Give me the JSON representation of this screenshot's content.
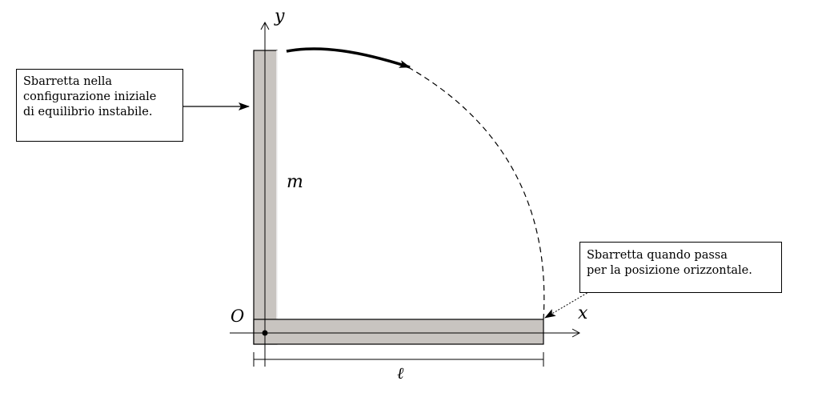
{
  "labels": {
    "y_axis": "y",
    "x_axis": "x",
    "origin": "O",
    "mass": "m",
    "length": "ℓ"
  },
  "annotations": {
    "initial": {
      "lines": [
        "Sbarretta nella",
        "configurazione iniziale",
        "di equilibrio instabile."
      ]
    },
    "horizontal": {
      "lines": [
        "Sbarretta quando passa",
        "per la posizione orizzontale."
      ]
    }
  },
  "colors": {
    "rod_fill": "#c8c4c0",
    "stroke": "#000000"
  }
}
